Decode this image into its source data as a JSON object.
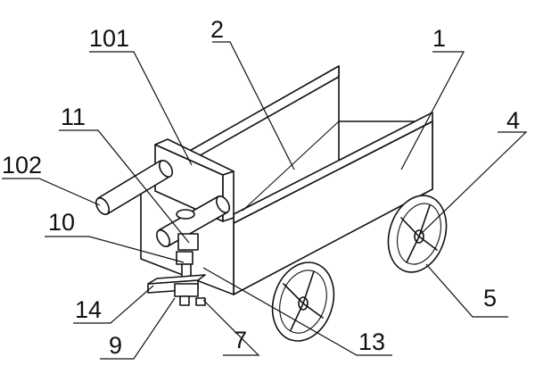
{
  "labels": {
    "l101": "101",
    "l2": "2",
    "l1": "1",
    "l4": "4",
    "l5": "5",
    "l11": "11",
    "l102": "102",
    "l10": "10",
    "l14": "14",
    "l9": "9",
    "l7": "7",
    "l13": "13"
  }
}
